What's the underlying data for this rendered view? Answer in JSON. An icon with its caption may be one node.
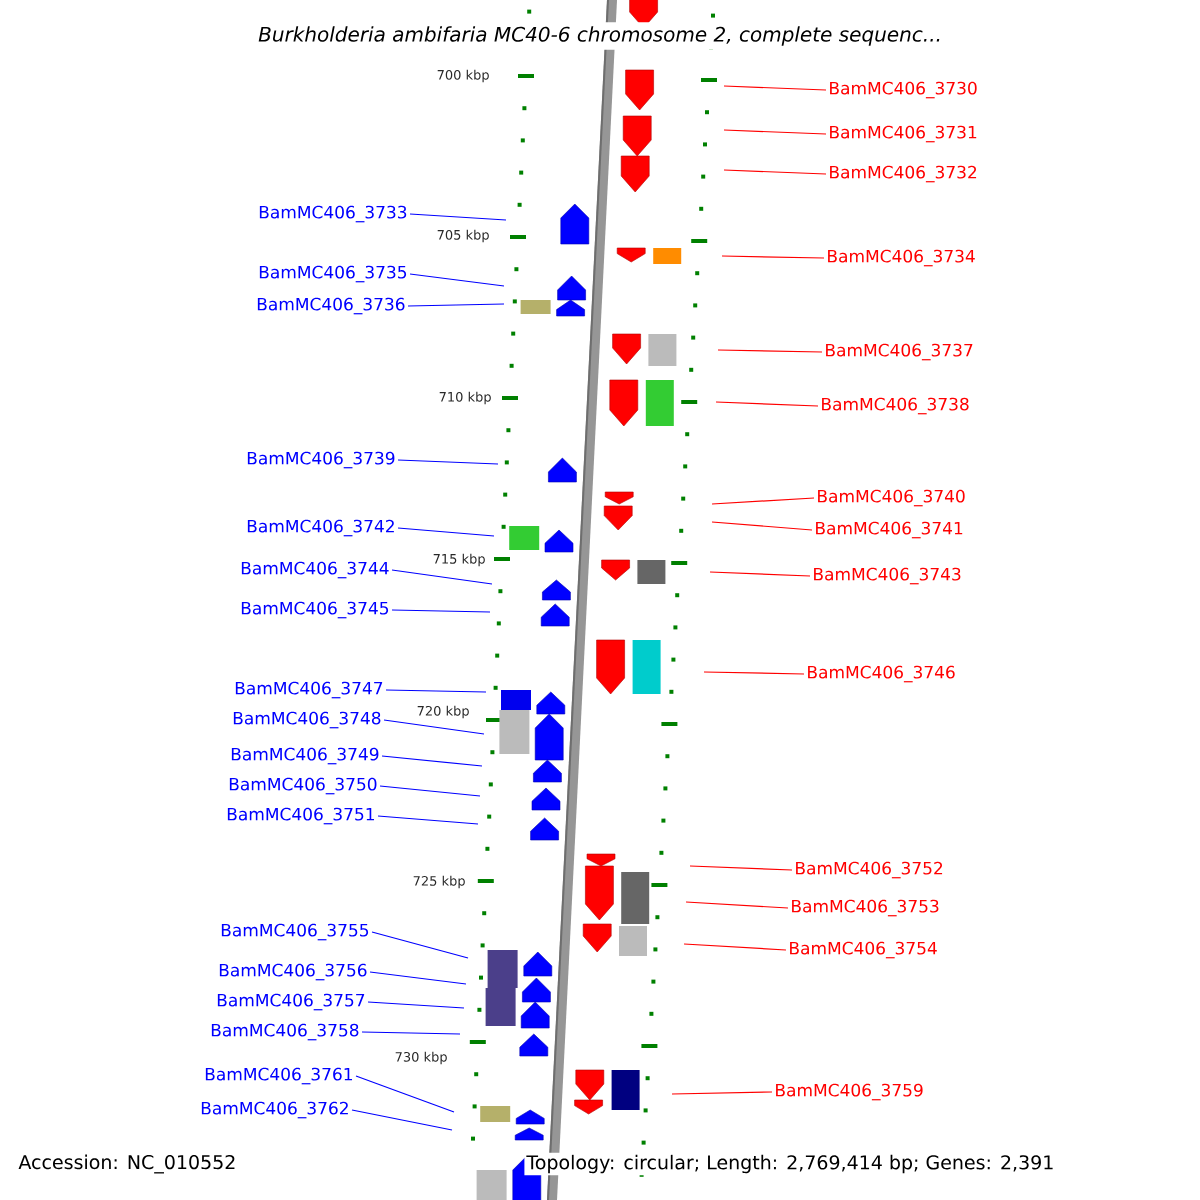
{
  "diagram": {
    "title": "Burkholderia ambifaria MC40-6 chromosome 2, complete sequenc...",
    "nodes": [
      {
        "text": [
          "BamMC406_3730"
        ]
      },
      {
        "text": [
          "BamMC406_3731"
        ]
      },
      {
        "text": [
          "BamMC406_3732"
        ]
      },
      {
        "text": [
          "BamMC406_3733"
        ]
      },
      {
        "text": [
          "BamMC406_3734"
        ]
      },
      {
        "text": [
          "BamMC406_3735"
        ]
      },
      {
        "text": [
          "BamMC406_3736"
        ]
      },
      {
        "text": [
          "BamMC406_3737"
        ]
      },
      {
        "text": [
          "BamMC406_3738"
        ]
      },
      {
        "text": [
          "BamMC406_3739"
        ]
      },
      {
        "text": [
          "BamMC406_3740"
        ]
      },
      {
        "text": [
          "BamMC406_3742"
        ]
      },
      {
        "text": [
          "BamMC406_3741"
        ]
      },
      {
        "text": [
          "BamMC406_3744"
        ]
      },
      {
        "text": [
          "BamMC406_3743"
        ]
      },
      {
        "text": [
          "BamMC406_3745"
        ]
      },
      {
        "text": [
          "BamMC406_3746"
        ]
      },
      {
        "text": [
          "BamMC406_3747"
        ]
      },
      {
        "text": [
          "BamMC406_3748"
        ]
      },
      {
        "text": [
          "BamMC406_3749"
        ]
      },
      {
        "text": [
          "BamMC406_3750"
        ]
      },
      {
        "text": [
          "BamMC406_3751"
        ]
      },
      {
        "text": [
          "BamMC406_3752"
        ]
      },
      {
        "text": [
          "BamMC406_3753"
        ]
      },
      {
        "text": [
          "BamMC406_3755"
        ]
      },
      {
        "text": [
          "BamMC406_3754"
        ]
      },
      {
        "text": [
          "BamMC406_3756"
        ]
      },
      {
        "text": [
          "BamMC406_3757"
        ]
      },
      {
        "text": [
          "BamMC406_3758"
        ]
      },
      {
        "text": [
          "BamMC406_3761"
        ]
      },
      {
        "text": [
          "BamMC406_3759"
        ]
      },
      {
        "text": [
          "BamMC406_3762"
        ]
      }
    ],
    "edges": [
      {
        "from": 0,
        "to": null,
        "arrow": "none",
        "color": "#ff0000"
      },
      {
        "from": 1,
        "to": null,
        "arrow": "none",
        "color": "#ff0000"
      },
      {
        "from": 2,
        "to": null,
        "arrow": "none",
        "color": "#ff0000"
      },
      {
        "from": 3,
        "to": null,
        "arrow": "none"
      },
      {
        "from": 4,
        "to": null,
        "arrow": "none",
        "color": "#ff0000"
      },
      {
        "from": 5,
        "to": null,
        "arrow": "none"
      },
      {
        "from": 6,
        "to": null,
        "arrow": "none"
      },
      {
        "from": 7,
        "to": null,
        "arrow": "none",
        "color": "#ff0000"
      },
      {
        "from": 8,
        "to": null,
        "arrow": "none",
        "color": "#ff0000"
      },
      {
        "from": 9,
        "to": null,
        "arrow": "none"
      },
      {
        "from": 10,
        "to": null,
        "arrow": "none",
        "color": "#ff0000"
      },
      {
        "from": 11,
        "to": null,
        "arrow": "none"
      },
      {
        "from": 12,
        "to": null,
        "arrow": "none",
        "color": "#ff0000"
      },
      {
        "from": 13,
        "to": null,
        "arrow": "none"
      },
      {
        "from": 14,
        "to": null,
        "arrow": "none",
        "color": "#ff0000"
      },
      {
        "from": 15,
        "to": null,
        "arrow": "none"
      },
      {
        "from": 16,
        "to": null,
        "arrow": "none",
        "color": "#ff0000"
      },
      {
        "from": 17,
        "to": null,
        "arrow": "none"
      },
      {
        "from": 18,
        "to": null,
        "arrow": "none"
      },
      {
        "from": 19,
        "to": null,
        "arrow": "none"
      },
      {
        "from": 20,
        "to": null,
        "arrow": "none"
      },
      {
        "from": 21,
        "to": null,
        "arrow": "none"
      },
      {
        "from": 22,
        "to": null,
        "arrow": "none",
        "color": "#ff0000"
      },
      {
        "from": 23,
        "to": null,
        "arrow": "none",
        "color": "#ff0000"
      },
      {
        "from": 24,
        "to": null,
        "arrow": "none"
      },
      {
        "from": 25,
        "to": null,
        "arrow": "none",
        "color": "#ff0000"
      },
      {
        "from": 26,
        "to": null,
        "arrow": "none"
      },
      {
        "from": 27,
        "to": null,
        "arrow": "none"
      },
      {
        "from": 28,
        "to": null,
        "arrow": "none"
      },
      {
        "from": 29,
        "to": null,
        "arrow": "none"
      },
      {
        "from": 30,
        "to": null,
        "arrow": "none",
        "color": "#ff0000"
      },
      {
        "from": 31,
        "to": null,
        "arrow": "none"
      }
    ],
    "labels": [
      "700 kbp",
      "705 kbp",
      "710 kbp",
      "715 kbp",
      "720 kbp",
      "725 kbp",
      "730 kbp",
      "Accession: NC_010552",
      "Topology: circular; Length: 2,769,414 bp; Genes: 2,391"
    ]
  }
}
